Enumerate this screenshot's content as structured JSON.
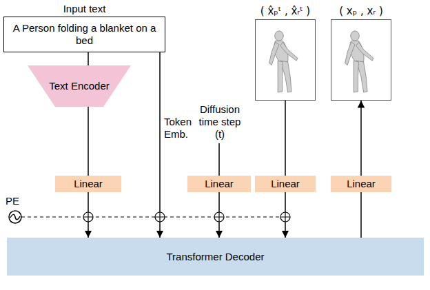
{
  "diagram": {
    "nodes": [
      {
        "text": [
          "Input text",
          "A Person folding a blanket on a bed"
        ]
      },
      {
        "text": [
          "Text Encoder"
        ]
      },
      {
        "text": [
          "( x̂ₚᵗ , x̂ᵣᵗ )"
        ]
      },
      {
        "text": [
          "( xₚ , xᵣ )"
        ]
      },
      {
        "text": [
          "Linear"
        ]
      },
      {
        "text": [
          "Linear"
        ]
      },
      {
        "text": [
          "Linear"
        ]
      },
      {
        "text": [
          "Linear"
        ]
      },
      {
        "text": [
          "Transformer Decoder"
        ]
      }
    ],
    "edges": [
      {
        "from": 0,
        "to": 1,
        "arrow": "none"
      },
      {
        "from": 1,
        "to": 4,
        "arrow": "none"
      },
      {
        "from": 4,
        "to": 8,
        "arrow": "to"
      },
      {
        "from": 0,
        "to": 8,
        "arrow": "to"
      },
      {
        "from": 2,
        "to": 6,
        "arrow": "none"
      },
      {
        "from": 6,
        "to": 8,
        "arrow": "to"
      },
      {
        "from": 5,
        "to": 8,
        "arrow": "to"
      },
      {
        "from": 8,
        "to": 7,
        "arrow": "none"
      },
      {
        "from": 7,
        "to": 3,
        "arrow": "to"
      }
    ],
    "labels": [
      "Token Emb.",
      "Diffusion time step (t)",
      "PE"
    ]
  }
}
